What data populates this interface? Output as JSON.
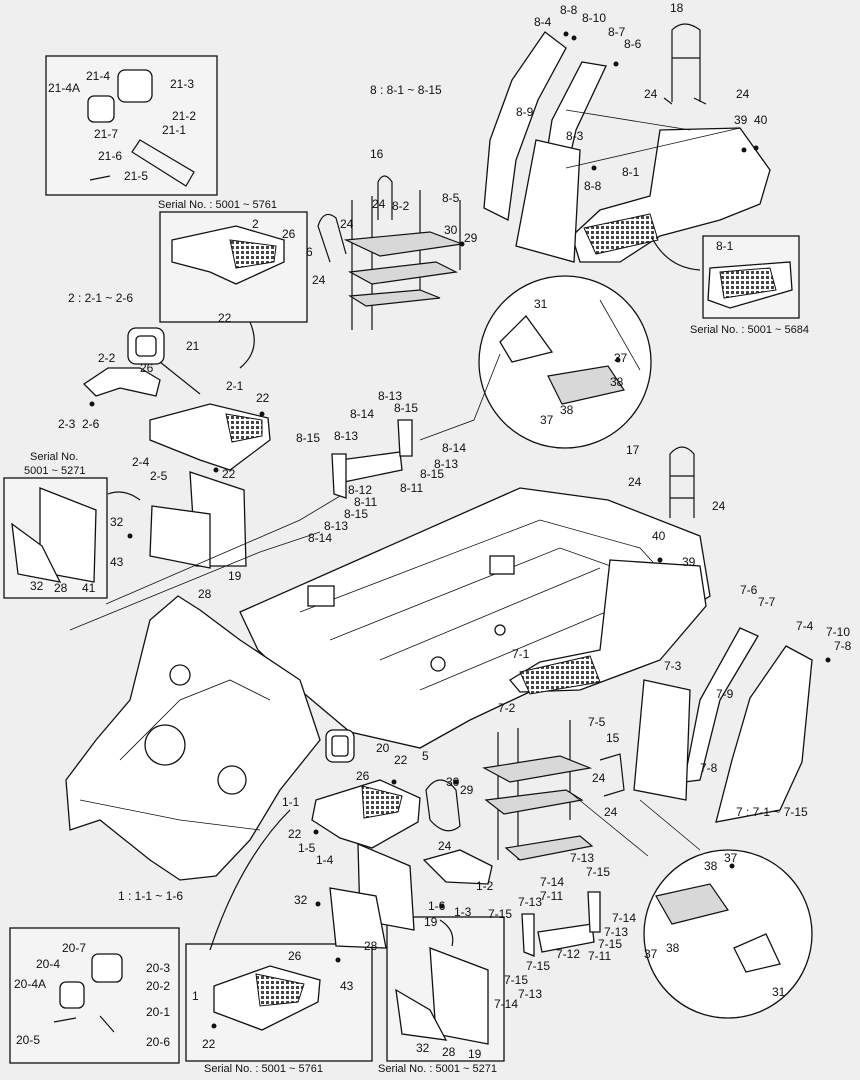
{
  "group_legends": {
    "g8": "8 : 8-1 ~ 8-15",
    "g2": "2 : 2-1 ~ 2-6",
    "g7": "7 : 7-1 ~ 7-15",
    "g1": "1 : 1-1 ~ 1-6"
  },
  "serial_notes": {
    "s5761_top": "Serial No. : 5001 ~ 5761",
    "s5684": "Serial No. : 5001 ~ 5684",
    "s5271_left_a": "Serial No.",
    "s5271_left_b": "5001 ~ 5271",
    "s5761_bottom": "Serial No. : 5001 ~ 5761",
    "s5271_bottom": "Serial No. : 5001 ~ 5271"
  },
  "callouts": {
    "c8_8": "8-8",
    "c8_10": "8-10",
    "c8_4": "8-4",
    "c8_7": "8-7",
    "c8_6": "8-6",
    "c18": "18",
    "c24_a": "24",
    "c24_b": "24",
    "c39_a": "39",
    "c40_a": "40",
    "c8_9": "8-9",
    "c8_3": "8-3",
    "c8_8b": "8-8",
    "c8_1": "8-1",
    "c16": "16",
    "c24_c": "24",
    "c8_5": "8-5",
    "c8_2": "8-2",
    "c24_d": "24",
    "c30_a": "30",
    "c29_a": "29",
    "c6": "6",
    "c24_e": "24",
    "c21_4": "21-4",
    "c21_3": "21-3",
    "c21_4A": "21-4A",
    "c21_2": "21-2",
    "c21_7": "21-7",
    "c21_1": "21-1",
    "c21_6": "21-6",
    "c21_5": "21-5",
    "c2": "2",
    "c26_a": "26",
    "c22_a": "22",
    "c8_1b": "8-1",
    "c31_a": "31",
    "c37_a": "37",
    "c38_a": "38",
    "c37_b": "37",
    "c38_b": "38",
    "c21": "21",
    "c2_2": "2-2",
    "c26_b": "26",
    "c2_1": "2-1",
    "c22_b": "22",
    "c2_3": "2-3",
    "c2_6": "2-6",
    "c2_4": "2-4",
    "c2_5": "2-5",
    "c22_c": "22",
    "c8_13a": "8-13",
    "c8_14a": "8-14",
    "c8_15a": "8-15",
    "c8_15b": "8-15",
    "c8_13b": "8-13",
    "c8_14b": "8-14",
    "c8_13c": "8-13",
    "c8_15c": "8-15",
    "c8_12": "8-12",
    "c8_11a": "8-11",
    "c8_11b": "8-11",
    "c8_15d": "8-15",
    "c8_13d": "8-13",
    "c8_14c": "8-14",
    "c17": "17",
    "c24_f": "24",
    "c24_g": "24",
    "c40_b": "40",
    "c39_b": "39",
    "c32_a": "32",
    "c43_a": "43",
    "c19_a": "19",
    "c28_a": "28",
    "c32_b": "32",
    "c28_b": "28",
    "c41": "41",
    "c7_6": "7-6",
    "c7_7": "7-7",
    "c7_4": "7-4",
    "c7_10": "7-10",
    "c7_8": "7-8",
    "c7_1": "7-1",
    "c7_3": "7-3",
    "c7_9": "7-9",
    "c7_2": "7-2",
    "c7_5": "7-5",
    "c15": "15",
    "c24_h": "24",
    "c24_i": "24",
    "c7_8b": "7-8",
    "c5": "5",
    "c20": "20",
    "c22_d": "22",
    "c26_c": "26",
    "c30_b": "30",
    "c29_b": "29",
    "c1_1": "1-1",
    "c22_e": "22",
    "c1_5": "1-5",
    "c1_4": "1-4",
    "c24_j": "24",
    "c1_2": "1-2",
    "c1_6": "1-6",
    "c1_3": "1-3",
    "c32_c": "32",
    "c19_b": "19",
    "c28_c": "28",
    "c43_b": "43",
    "c7_13a": "7-13",
    "c7_15a": "7-15",
    "c7_14a": "7-14",
    "c7_11a": "7-11",
    "c7_13b": "7-13",
    "c7_15b": "7-15",
    "c7_14b": "7-14",
    "c7_13c": "7-13",
    "c7_15c": "7-15",
    "c7_12": "7-12",
    "c7_11b": "7-11",
    "c7_15d": "7-15",
    "c7_13d": "7-13",
    "c7_14c": "7-14",
    "c7_15e": "7-15",
    "c38_c": "38",
    "c37_c": "37",
    "c37_d": "37",
    "c38_d": "38",
    "c31_b": "31",
    "c20_7": "20-7",
    "c20_4": "20-4",
    "c20_3": "20-3",
    "c20_4A": "20-4A",
    "c20_2": "20-2",
    "c20_1": "20-1",
    "c20_5": "20-5",
    "c20_6": "20-6",
    "c26_d": "26",
    "c1": "1",
    "c22_f": "22",
    "c32_d": "32",
    "c28_d": "28",
    "c19_c": "19"
  }
}
